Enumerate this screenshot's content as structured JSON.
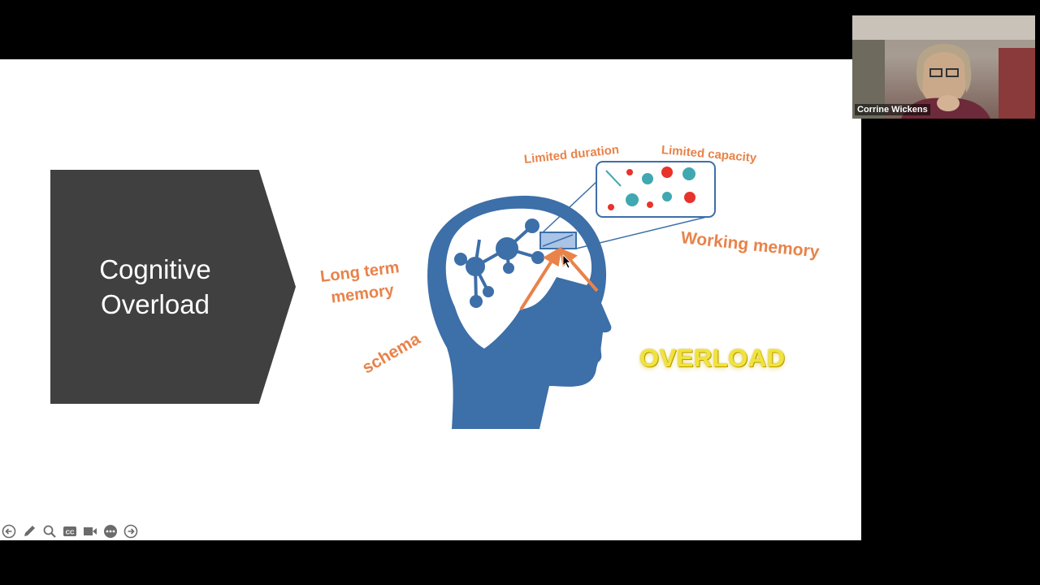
{
  "slide": {
    "title_line1": "Cognitive",
    "title_line2": "Overload",
    "labels": {
      "long_term_line1": "Long term",
      "long_term_line2": "memory",
      "schema": "schema",
      "limited_duration": "Limited duration",
      "limited_capacity": "Limited capacity",
      "working_memory": "Working memory",
      "overload": "OVERLOAD"
    }
  },
  "video": {
    "participant_name": "Corrine Wickens"
  },
  "toolbar": {
    "icons": [
      "previous-slide-icon",
      "pen-icon",
      "zoom-icon",
      "captions-icon",
      "video-camera-icon",
      "more-options-icon",
      "next-slide-icon"
    ]
  },
  "colors": {
    "head_blue": "#3d6fa8",
    "label_orange": "#e8834a",
    "chevron_gray": "#404040",
    "overload_yellow": "#efe43a",
    "dot_red": "#e8332b",
    "dot_teal": "#3fa8b0"
  }
}
